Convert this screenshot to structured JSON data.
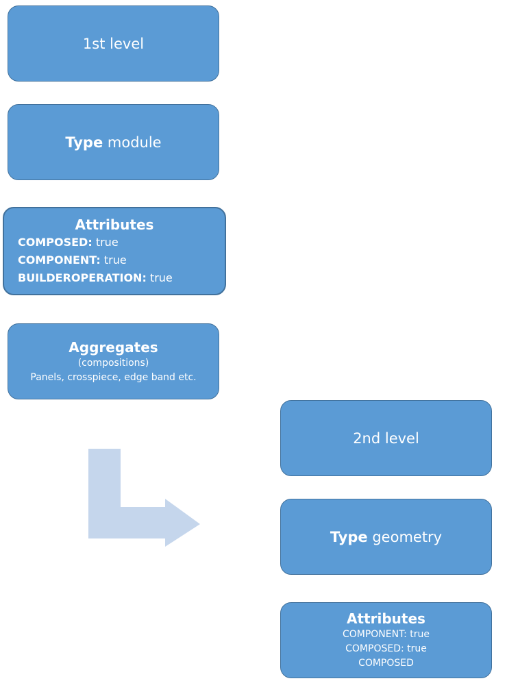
{
  "level1": {
    "title": "1st level",
    "type_box": {
      "keyword": "Type",
      "value": "module"
    },
    "attributes": {
      "heading": "Attributes",
      "items": [
        {
          "key": "COMPOSED:",
          "value": "true"
        },
        {
          "key": "COMPONENT:",
          "value": "true"
        },
        {
          "key": "BUILDEROPERATION:",
          "value": "true"
        }
      ]
    },
    "aggregates": {
      "heading": "Aggregates",
      "sub": "(compositions)",
      "desc": "Panels, crosspiece, edge band etc."
    }
  },
  "level2": {
    "title": "2nd level",
    "type_box": {
      "keyword": "Type",
      "value": "geometry"
    },
    "attributes": {
      "heading": "Attributes",
      "lines": [
        "COMPONENT: true",
        "COMPOSED: true",
        "COMPOSED"
      ]
    }
  },
  "colors": {
    "box_fill": "#5b9bd5",
    "box_border": "#41719c",
    "arrow_fill": "#c5d6ec"
  }
}
